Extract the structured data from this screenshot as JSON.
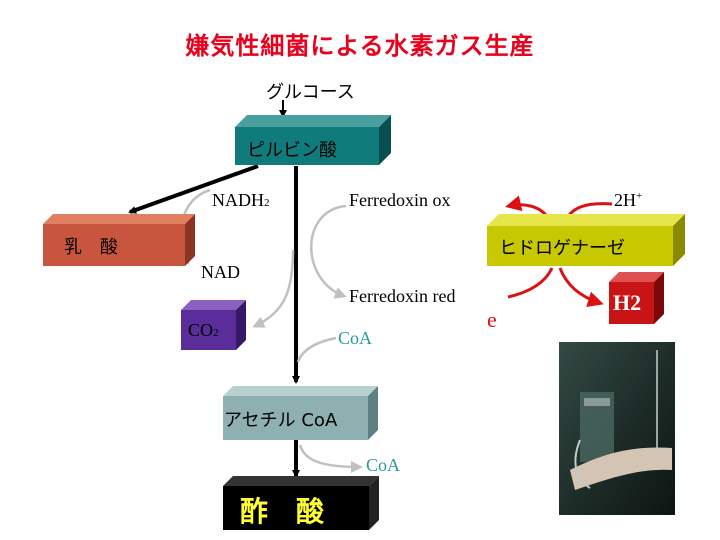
{
  "title": "嫌気性細菌による水素ガス生産",
  "nodes": {
    "glucose": "グルコース",
    "pyruvate": "ピルビン酸",
    "lactate": "乳　酸",
    "acetyl_coa": "アセチル CoA",
    "acetate": "酢　酸",
    "co2": "CO",
    "co2_sub": "2",
    "hydrogenase": "ヒドロゲナーゼ",
    "h2": "H2"
  },
  "labels": {
    "nadh2": "NADH",
    "nadh2_sub": "2",
    "nad": "NAD",
    "ferredoxin_ox": "Ferredoxin ox",
    "ferredoxin_red": "Ferredoxin red",
    "coa_in": "CoA",
    "coa_out": "CoA",
    "proton": "2H",
    "proton_sup": "+",
    "electron": "e"
  },
  "colors": {
    "title": "#e8001c",
    "pyruvate_box": "#0f7b7b",
    "lactate_box": "#c8553d",
    "co2_box": "#5a2d9a",
    "acetylcoa_box": "#8fb0b0",
    "acetate_box": "#000000",
    "hydrogenase_box": "#c8c800",
    "h2_box": "#c81414",
    "coa_text": "#2a9a9a",
    "red_arrows": "#dd1111",
    "gray_arrows": "#c0c0c0"
  },
  "photo": "photo-of-hydrogen-gas-apparatus"
}
